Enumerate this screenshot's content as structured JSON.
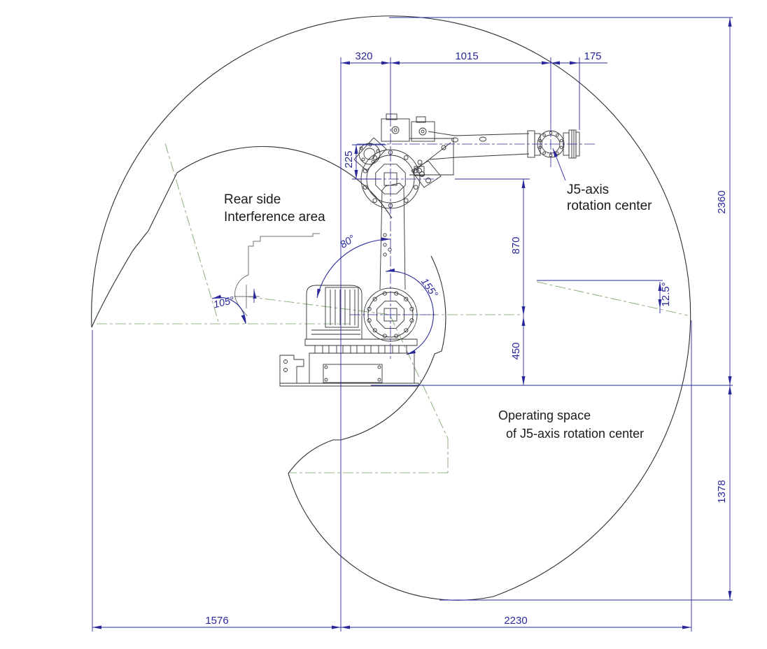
{
  "labels": {
    "rear_interference_line1": "Rear side",
    "rear_interference_line2": "Interference area",
    "j5_axis_line1": "J5-axis",
    "j5_axis_line2": "rotation center",
    "operating_space_line1": "Operating space",
    "operating_space_line2": "of J5-axis rotation center"
  },
  "dimensions": {
    "top_offset_320": "320",
    "top_forearm_1015": "1015",
    "top_flange_175": "175",
    "wrist_offset_225": "225",
    "upper_arm_870": "870",
    "base_height_450": "450",
    "right_height_2360": "2360",
    "right_depth_1378": "1378",
    "bottom_rear_1576": "1576",
    "bottom_front_2230": "2230"
  },
  "angles": {
    "rear_upper_80": "80°",
    "front_155": "155°",
    "rear_lower_105": "105°",
    "front_tilt_12_5": "12.5°"
  },
  "colors": {
    "dimension_blue": "#28289b",
    "centerline_green": "#96b588",
    "outline_dark": "#2e2e33"
  }
}
